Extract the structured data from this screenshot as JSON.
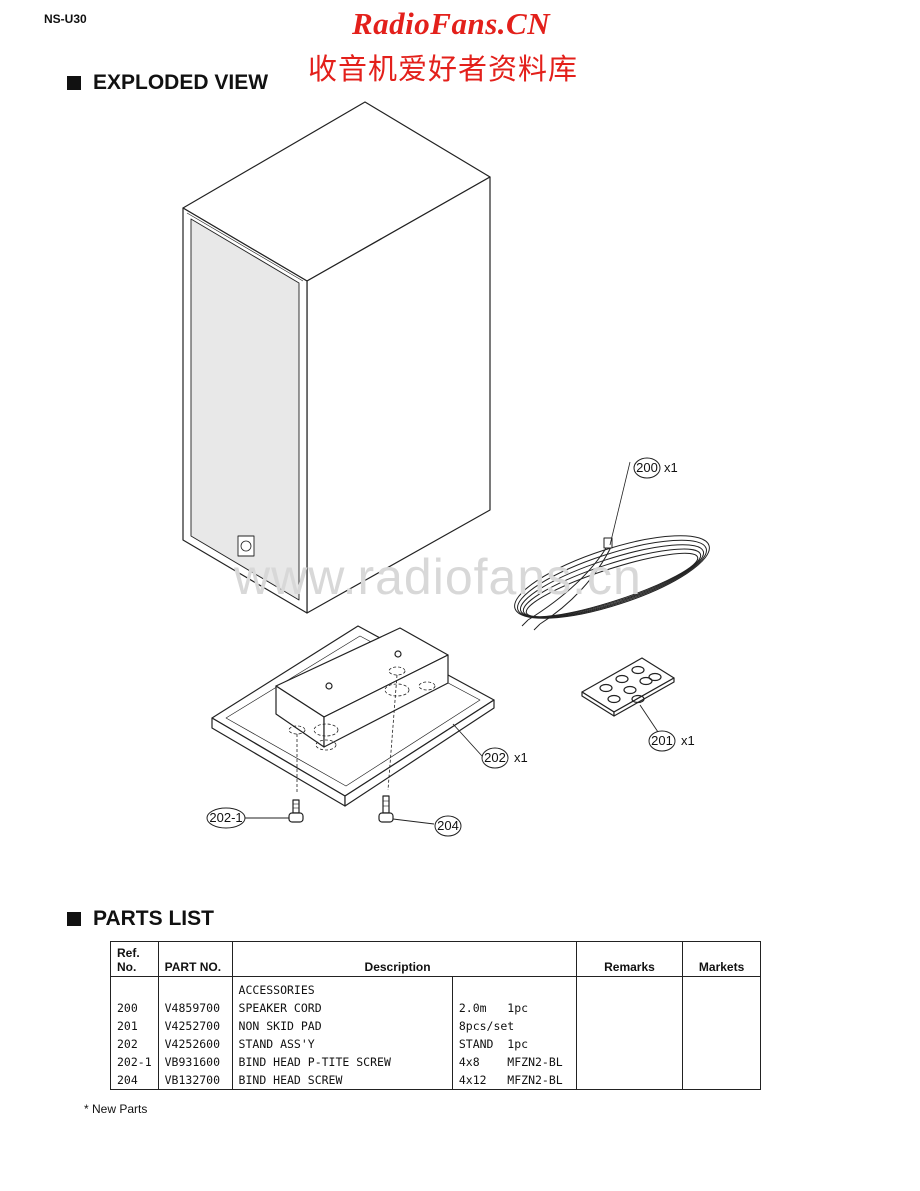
{
  "header": {
    "model": "NS-U30",
    "watermark_title": "RadioFans.CN",
    "watermark_cn": "收音机爱好者资料库",
    "watermark_url": "www.radiofans.cn"
  },
  "exploded_view": {
    "heading": "EXPLODED VIEW",
    "callouts": {
      "c200": "200",
      "c200_qty": "x1",
      "c201": "201",
      "c201_qty": "x1",
      "c202": "202",
      "c202_qty": "x1",
      "c202_1": "202-1",
      "c204": "204"
    }
  },
  "parts_list": {
    "heading": "PARTS LIST",
    "columns": {
      "ref_no": "Ref.\nNo.",
      "part_no": "PART NO.",
      "description": "Description",
      "remarks": "Remarks",
      "markets": "Markets"
    },
    "rows": [
      {
        "ref": "",
        "part": "",
        "desc": "ACCESSORIES",
        "spec": ""
      },
      {
        "ref": "200",
        "part": "V4859700",
        "desc": "SPEAKER CORD",
        "spec": "2.0m   1pc"
      },
      {
        "ref": "201",
        "part": "V4252700",
        "desc": "NON SKID PAD",
        "spec": "8pcs/set"
      },
      {
        "ref": "202",
        "part": "V4252600",
        "desc": "STAND ASS'Y",
        "spec": "STAND  1pc"
      },
      {
        "ref": "202-1",
        "part": "VB931600",
        "desc": "BIND HEAD P-TITE SCREW",
        "spec": "4x8    MFZN2-BL"
      },
      {
        "ref": "204",
        "part": "VB132700",
        "desc": "BIND HEAD SCREW",
        "spec": "4x12   MFZN2-BL"
      }
    ],
    "footnote": "* New Parts"
  },
  "colors": {
    "watermark_red": "#e3201b",
    "ink": "#111111"
  }
}
